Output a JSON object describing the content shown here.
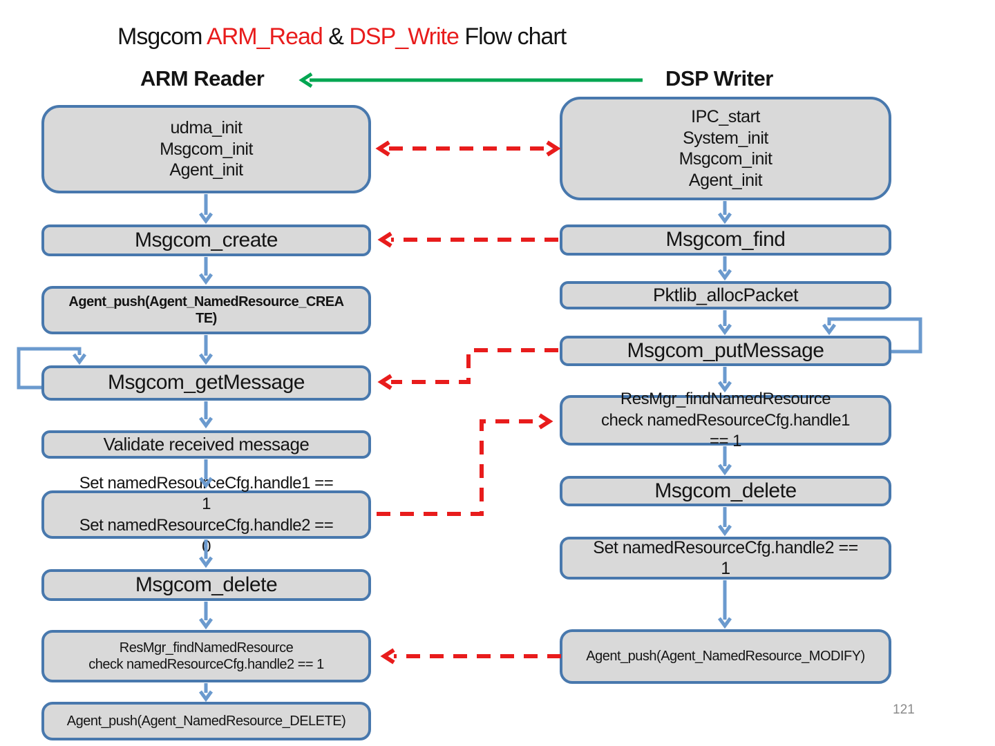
{
  "title": {
    "segments": [
      {
        "text": "Msgcom ",
        "color": "black"
      },
      {
        "text": "ARM_Read",
        "color": "red"
      },
      {
        "text": " & ",
        "color": "black"
      },
      {
        "text": "DSP_Write",
        "color": "red"
      },
      {
        "text": " Flow chart",
        "color": "black"
      }
    ]
  },
  "columns": {
    "arm": {
      "header": "ARM Reader",
      "nodes": [
        {
          "label": "udma_init\nMsgcom_init\nAgent_init"
        },
        {
          "label": "Msgcom_create"
        },
        {
          "label": "Agent_push(Agent_NamedResource_CREA\nTE)"
        },
        {
          "label": "Msgcom_getMessage"
        },
        {
          "label": "Validate received message"
        },
        {
          "label": "Set namedResourceCfg.handle1 ==\n1\nSet namedResourceCfg.handle2 ==\n0"
        },
        {
          "label": "Msgcom_delete"
        },
        {
          "label": "ResMgr_findNamedResource\ncheck namedResourceCfg.handle2 == 1"
        },
        {
          "label": "Agent_push(Agent_NamedResource_DELETE)"
        }
      ]
    },
    "dsp": {
      "header": "DSP Writer",
      "nodes": [
        {
          "label": "IPC_start\nSystem_init\nMsgcom_init\nAgent_init"
        },
        {
          "label": "Msgcom_find"
        },
        {
          "label": "Pktlib_allocPacket"
        },
        {
          "label": "Msgcom_putMessage"
        },
        {
          "label": "ResMgr_findNamedResource\ncheck namedResourceCfg.handle1\n== 1"
        },
        {
          "label": "Msgcom_delete"
        },
        {
          "label": "Set namedResourceCfg.handle2 ==\n1"
        },
        {
          "label": "Agent_push(Agent_NamedResource_MODIFY)"
        }
      ]
    }
  },
  "page_number": "121",
  "colors": {
    "accent_red": "#e81c1c",
    "accent_green": "#00a651",
    "node_border": "#4878ad",
    "node_fill": "#d9d9d9",
    "flow_arrow_blue": "#6b9ace",
    "page_number_gray": "#8a8a8a"
  }
}
